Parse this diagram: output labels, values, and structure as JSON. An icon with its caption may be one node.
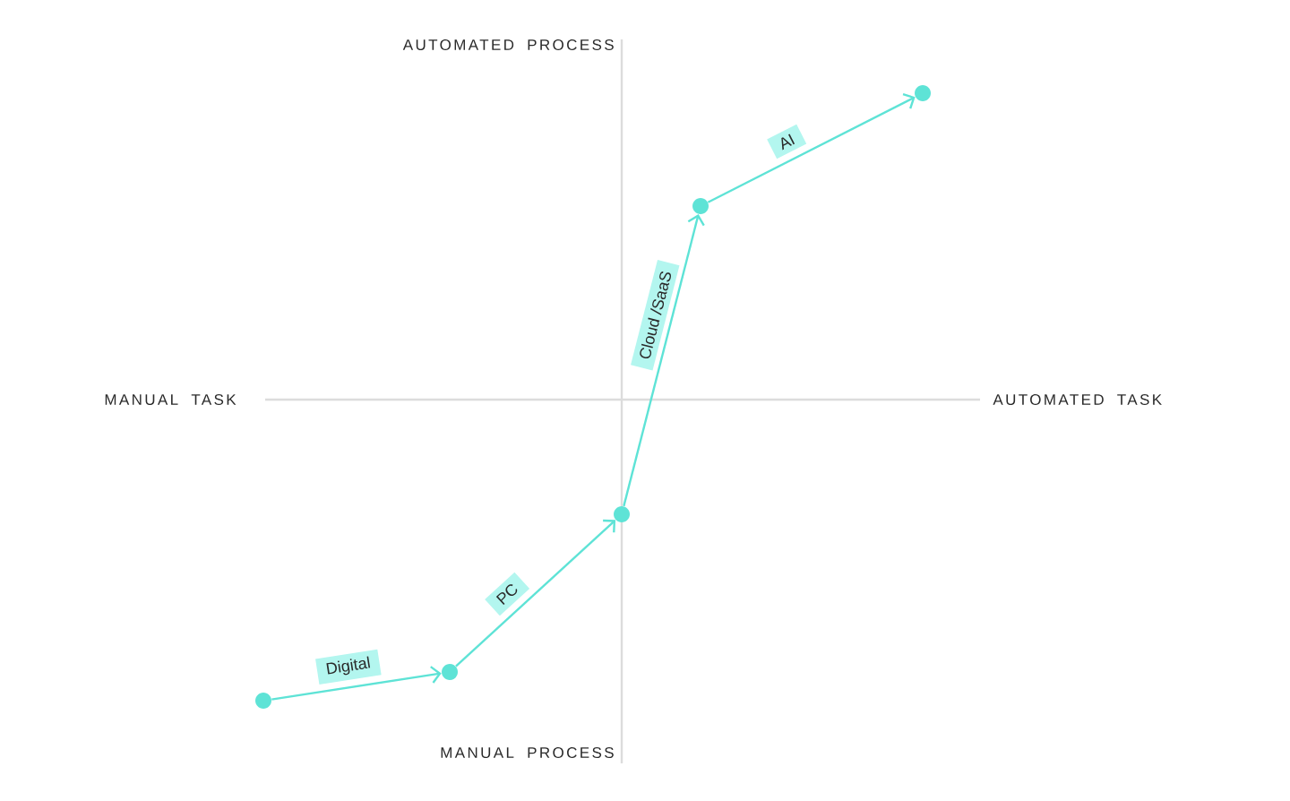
{
  "diagram": {
    "nodes": [
      {
        "text": [],
        "shape": "circle"
      },
      {
        "text": [],
        "shape": "circle"
      },
      {
        "text": [],
        "shape": "circle"
      },
      {
        "text": [],
        "shape": "circle"
      },
      {
        "text": [],
        "shape": "circle"
      }
    ],
    "edges": [
      {
        "from": 0,
        "to": 1,
        "arrow": "to",
        "label": "Digital"
      },
      {
        "from": 1,
        "to": 2,
        "arrow": "to",
        "label": "PC"
      },
      {
        "from": 2,
        "to": 3,
        "arrow": "to",
        "label": "Cloud /SaaS"
      },
      {
        "from": 3,
        "to": 4,
        "arrow": "to",
        "label": "AI"
      }
    ],
    "labels": [
      "AUTOMATED PROCESS",
      "MANUAL TASK",
      "AUTOMATED TASK",
      "MANUAL PROCESS"
    ]
  }
}
